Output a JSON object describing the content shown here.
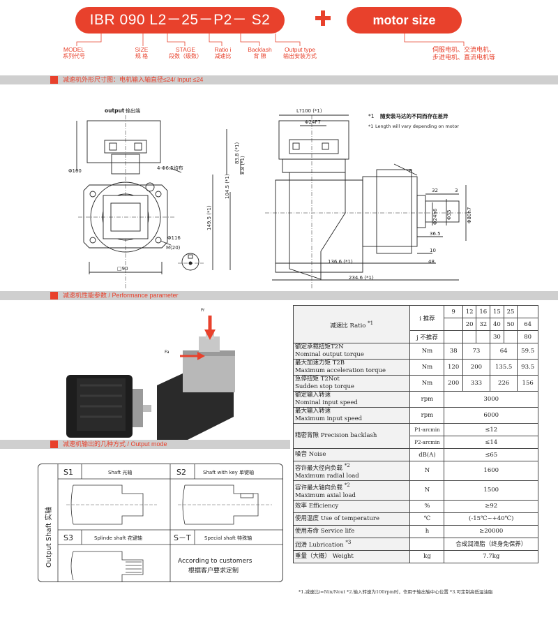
{
  "header": {
    "model_code": "IBR 090 L2－25－P2－ S2",
    "motor_size": "motor size",
    "labels": [
      {
        "en": "MODEL",
        "cn": "系列代号"
      },
      {
        "en": "SIZE",
        "cn": "规 格"
      },
      {
        "en": "STAGE",
        "cn": "段数（级数）"
      },
      {
        "en": "Ratio i",
        "cn": "减速比"
      },
      {
        "en": "Backlash",
        "cn": "背 隙"
      },
      {
        "en": "Output type",
        "cn": "输出安装方式"
      }
    ],
    "motor_types_line1": "伺服电机、交流电机、",
    "motor_types_line2": "步进电机、直流电机等"
  },
  "sections": {
    "dimension": "减速机外形尺寸图：电机输入轴直径≤24/ Input ≤24",
    "performance": "减速机性能参数 / Performance parameter",
    "output_mode": "减速机输出的几种方式 / Output mode"
  },
  "drawing": {
    "output_label": "output",
    "output_label_cn": "输出端",
    "note1_cn": "随安装马达的不同而存在差异",
    "note1_en": "Length will vary depending on motor",
    "note_mark": "*1",
    "dims": {
      "phi100": "Φ100",
      "holes": "4-Φ6.5均布",
      "phi116": "Φ116",
      "sq90": "□90",
      "m": "M(20)",
      "l_top": "L?100 (*1)",
      "phi24": "Φ24F7",
      "d83_8": "83.8 (*1)",
      "d8_8": "8.8 (*1)",
      "d104_5": "104.5 (*1)",
      "d149_5": "149.5 (*1)",
      "d8": "8",
      "d32": "32",
      "d3": "3",
      "phi24h6": "Φ24h6",
      "phi35": "Φ35",
      "phi80h7": "Φ80h7",
      "d36_5": "36.5",
      "d10": "10",
      "d136_6": "136.6 (*1)",
      "d48": "48",
      "d234_6": "234.6 (*1)"
    }
  },
  "arrows": {
    "radial_label": "Fr",
    "axial_label": "Fa"
  },
  "performance": {
    "ratio_label": "减速比 Ratio",
    "ratio_mark": "*1",
    "recommended": "i 推荐",
    "not_recommended": "j 不推荐",
    "ratios_top": [
      "9",
      "12",
      "16",
      "15",
      "25",
      ""
    ],
    "ratios_mid": [
      "",
      "20",
      "32",
      "40",
      "50",
      "64"
    ],
    "ratios_bottom": [
      "",
      "",
      "",
      "30",
      "",
      "80"
    ],
    "rows": [
      {
        "cn": "额定承载扭矩T2N",
        "en": "Nominal output torque",
        "unit": "Nm",
        "vals": [
          "38",
          "73",
          "64",
          "59.5"
        ]
      },
      {
        "cn": "最大加速力矩 T2B",
        "en": "Maximum acceleration torque",
        "unit": "Nm",
        "vals": [
          "120",
          "200",
          "135.5",
          "93.5"
        ]
      },
      {
        "cn": "急停扭矩 T2Not",
        "en": "Sudden stop torque",
        "unit": "Nm",
        "vals": [
          "200",
          "333",
          "226",
          "156"
        ]
      },
      {
        "cn": "额定输入转速",
        "en": "Nominal input speed",
        "unit": "rpm",
        "val": "3000"
      },
      {
        "cn": "最大输入转速",
        "en": "Maximum input speed",
        "unit": "rpm",
        "val": "6000"
      }
    ],
    "backlash": {
      "label": "精密背隙 Precision backlash",
      "p1_unit": "P1-arcmin",
      "p1": "≤12",
      "p2_unit": "P2-arcmin",
      "p2": "≤14"
    },
    "rows2": [
      {
        "cn": "噪音 Noise",
        "en": "",
        "unit": "dB(A)",
        "val": "≤65"
      },
      {
        "cn": "容许最大径向负载",
        "en": "Maximum radial load",
        "mark": "*2",
        "unit": "N",
        "val": "1600"
      },
      {
        "cn": "容许最大轴向负载",
        "en": "Maximum axial load",
        "mark": "*2",
        "unit": "N",
        "val": "1500"
      },
      {
        "cn": "效率 Efficiency",
        "en": "",
        "unit": "%",
        "val": "≥92"
      },
      {
        "cn": "使用温度 Use of temperature",
        "en": "",
        "unit": "℃",
        "val": "(-15℃~+40℃)"
      },
      {
        "cn": "使用寿命 Service life",
        "en": "",
        "unit": "h",
        "val": "≥20000"
      },
      {
        "cn": "润滑 Lubrication",
        "en": "",
        "mark": "*3",
        "unit": "",
        "val": "合成润滑脂（终身免保养）"
      },
      {
        "cn": "重量（大概） Weight",
        "en": "",
        "unit": "kg",
        "val": "7.7kg"
      }
    ],
    "footnote": "*1.减速比i=Nin/Nout  *2.输入转速为100rpm时，作用于输出轴中心位置  *3.可定制高低温油脂"
  },
  "output_modes": {
    "side_label": "Output Shaft 实轴",
    "s1": {
      "code": "S1",
      "name": "Shaft 光轴"
    },
    "s2": {
      "code": "S2",
      "name": "Shaft with key 单键轴"
    },
    "s3": {
      "code": "S3",
      "name": "Splinde shaft 花键轴"
    },
    "st": {
      "code": "S－T",
      "name": "Special shaft 特殊轴"
    },
    "custom_en": "According to customers",
    "custom_cn": "根据客户要求定制"
  },
  "colors": {
    "accent": "#e8412c",
    "bar": "#cfcfcf"
  }
}
